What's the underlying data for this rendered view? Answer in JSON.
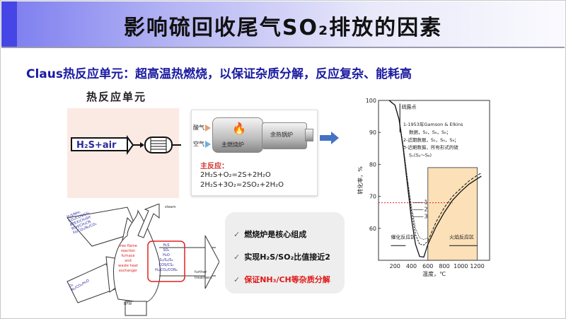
{
  "slide": {
    "title": "影响硫回收尾气SO₂排放的因素",
    "subtitle": "Claus热反应单元：超高温热燃烧，以保证杂质分解，反应复杂、能耗高",
    "accent_color": "#4646e6"
  },
  "unit_diagram": {
    "label": "热反应单元",
    "feed": "H₂S+air"
  },
  "furnace": {
    "inlet_acid_gas": "酸气",
    "inlet_air": "空气",
    "main_furnace": "主燃烧炉",
    "waste_heat_boiler": "余热锅炉",
    "main_reaction_label": "主反应：",
    "equations": [
      "2H₂S+O₂=2S+2H₂O",
      "2H₂S+3O₂=2SO₂+2H₂O"
    ]
  },
  "process_diagram": {
    "feed1": [
      "H₂S/NH₃",
      "CO₂/COS/CS₂",
      "BTEX/CH₃SH",
      "RSH/CH₃CN",
      "Fe/CO₂/N₂/CO₂"
    ],
    "feed2": [
      "O₂",
      "N₂/CO₂/H₂O"
    ],
    "furnace": [
      "free flame",
      "reaction",
      "furnace",
      "and",
      "waste heat",
      "exchanger"
    ],
    "products": [
      "H₂S",
      "SO₂",
      "H₂O",
      "S₂/S₆/S₈",
      "COS/CS₂",
      "H₂/CO₂/CON₂"
    ],
    "steam": "steam",
    "further": [
      "further",
      "treatment"
    ],
    "bfw": "BFW"
  },
  "bullets": [
    {
      "text": "燃烧炉是核心组成",
      "color": "#111111"
    },
    {
      "text": "实现H₂S/SO₂比值接近2",
      "color": "#111111"
    },
    {
      "text": "保证NH₃/CH等杂质分解",
      "color": "#e01818"
    }
  ],
  "chart_data": {
    "type": "line",
    "xlabel": "温度，℃",
    "ylabel": "转化率，%",
    "xlim": [
      0,
      1350
    ],
    "ylim": [
      50,
      100
    ],
    "xticks": [
      200,
      400,
      600,
      800,
      1000,
      1200
    ],
    "yticks": [
      60,
      70,
      80,
      90,
      100
    ],
    "annotations": {
      "dew_point": "硫露点",
      "legend": [
        "1-1953年Gamson & Elkins",
        "数据，S₂，S₆，S₈；",
        "2-近期数据，S₂，S₆，S₈；",
        "3-近期数据，所有形式的硫",
        "Sₓ(S₂～S₈)"
      ],
      "catalytic_zone": "催化反应区",
      "flame_zone": "火焰反应区",
      "curve_labels": [
        "1",
        "2",
        "3"
      ],
      "reference_line_y": 68,
      "flame_zone_range": [
        600,
        1200
      ]
    },
    "series": [
      {
        "name": "1",
        "x": [
          130,
          200,
          250,
          300,
          350,
          400,
          450,
          500,
          550,
          600
        ],
        "y": [
          100,
          98.5,
          94,
          86,
          76,
          67,
          60,
          57,
          56.5,
          57
        ]
      },
      {
        "name": "2",
        "x": [
          130,
          200,
          250,
          300,
          350,
          400,
          450,
          500,
          550,
          600
        ],
        "y": [
          100,
          98.5,
          94,
          85.5,
          75,
          65.5,
          58,
          55,
          54.8,
          56
        ]
      },
      {
        "name": "3",
        "x": [
          130,
          200,
          250,
          300,
          350,
          400,
          450,
          500,
          550,
          600
        ],
        "y": [
          100,
          98.5,
          94,
          85,
          74,
          63,
          55,
          51.2,
          51,
          55
        ]
      },
      {
        "name": "high-temp dashed",
        "x": [
          600,
          700,
          800,
          900,
          1000,
          1100,
          1200,
          1250
        ],
        "y": [
          56,
          62,
          66.5,
          70,
          72.5,
          74.8,
          76.6,
          77.3
        ]
      },
      {
        "name": "high-temp solid",
        "x": [
          600,
          700,
          800,
          900,
          1000,
          1100,
          1200,
          1250
        ],
        "y": [
          55,
          60.5,
          65,
          68.8,
          71.5,
          73.8,
          75.5,
          76.3
        ]
      }
    ]
  }
}
